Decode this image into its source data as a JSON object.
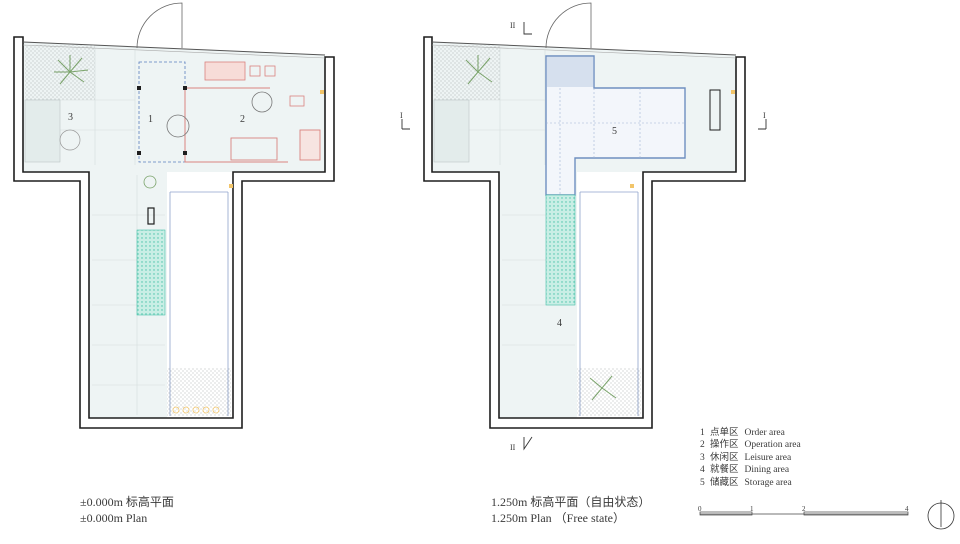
{
  "plan_left": {
    "caption_cn": "±0.000m 标高平面",
    "caption_en": "±0.000m Plan",
    "area_labels": [
      "1",
      "2",
      "3"
    ]
  },
  "plan_right": {
    "caption_cn": "1.250m 标高平面（自由状态）",
    "caption_en": "1.250m Plan （Free state）",
    "area_labels": [
      "4",
      "5"
    ],
    "section_marks": [
      "I",
      "I",
      "II",
      "II"
    ]
  },
  "legend": [
    {
      "num": "1",
      "cn": "点单区",
      "en": "Order area"
    },
    {
      "num": "2",
      "cn": "操作区",
      "en": "Operation area"
    },
    {
      "num": "3",
      "cn": "休闲区",
      "en": "Leisure area"
    },
    {
      "num": "4",
      "cn": "就餐区",
      "en": "Dining area"
    },
    {
      "num": "5",
      "cn": "储藏区",
      "en": "Storage area"
    }
  ],
  "scale_bar": {
    "ticks": [
      "0",
      "1",
      "2",
      "4"
    ]
  },
  "colors": {
    "wall": "#1e1e1e",
    "stair": "#46c1a8",
    "storage": "#6f8fc0",
    "counter": "#d9837f",
    "planting": "#7aa36a"
  }
}
